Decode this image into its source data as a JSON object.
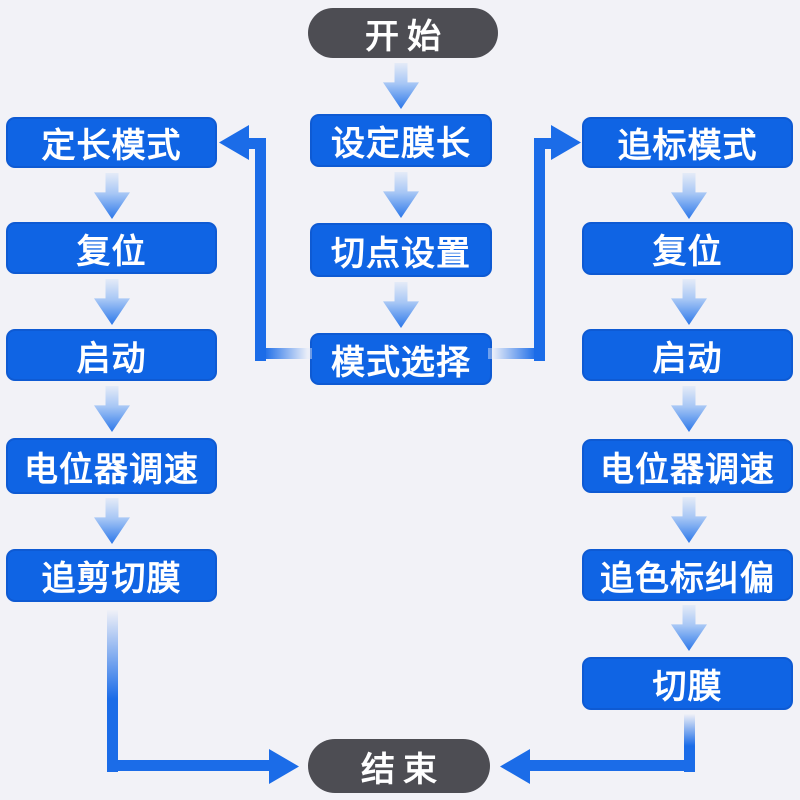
{
  "flow": {
    "start_label": "开始",
    "end_label": "结束",
    "center_steps": [
      "设定膜长",
      "切点设置",
      "模式选择"
    ],
    "left_steps": [
      "定长模式",
      "复位",
      "启动",
      "电位器调速",
      "追剪切膜"
    ],
    "right_steps": [
      "追标模式",
      "复位",
      "启动",
      "电位器调速",
      "追色标纠偏",
      "切膜"
    ]
  },
  "palette": {
    "background": "#f2f2f7",
    "box_blue": "#0f64e4",
    "arrow_blue": "#1b6ce8",
    "terminal_gray": "#4d4d53",
    "text_white": "#ffffff"
  }
}
